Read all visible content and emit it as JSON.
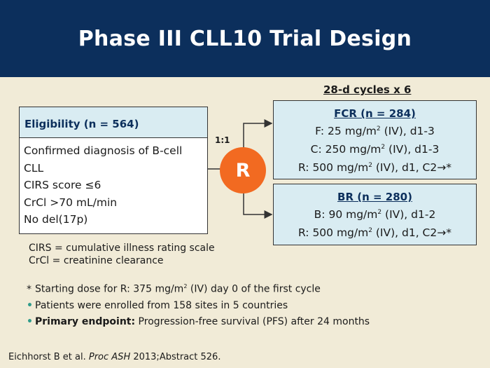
{
  "title": "Phase III CLL10 Trial Design",
  "cycles_label": "28-d cycles x 6",
  "eligibility": {
    "header": "Eligibility (n = 564)",
    "items": [
      "Confirmed diagnosis of B-cell",
      "CLL",
      "CIRS score ≤6",
      "CrCl >70 mL/min",
      "No del(17p)"
    ]
  },
  "ratio": "1:1",
  "randomization_label": "R",
  "arms": [
    {
      "header": "FCR (n = 284)",
      "lines": [
        {
          "pre": "F: 25 mg/m",
          "sup": "2",
          "post": " (IV), d1-3"
        },
        {
          "pre": "C: 250 mg/m",
          "sup": "2",
          "post": " (IV), d1-3"
        },
        {
          "pre": "R: 500 mg/m",
          "sup": "2",
          "post": " (IV), d1, C2→*"
        }
      ]
    },
    {
      "header": "BR (n = 280)",
      "lines": [
        {
          "pre": "B: 90 mg/m",
          "sup": "2",
          "post": " (IV), d1-2"
        },
        {
          "pre": "R: 500 mg/m",
          "sup": "2",
          "post": " (IV), d1, C2→*"
        }
      ]
    }
  ],
  "definitions": [
    "CIRS = cumulative illness rating scale",
    "CrCl = creatinine clearance"
  ],
  "footnote": {
    "marker": "*",
    "pre": "Starting dose for R: 375 mg/m",
    "sup": "2",
    "post": " (IV) day 0 of the first cycle"
  },
  "bullets": [
    {
      "bold": "",
      "text": "Patients were enrolled from 158 sites in 5 countries"
    },
    {
      "bold": "Primary endpoint:",
      "text": " Progression-free survival (PFS) after 24 months"
    }
  ],
  "citation": {
    "pre": "Eichhorst B et al. ",
    "journal": "Proc ASH",
    "post": " 2013;Abstract 526."
  },
  "colors": {
    "title_bar": "#0c2f5c",
    "background": "#f1ebd7",
    "box_fill": "#d9ecf2",
    "randomization_circle": "#f26a21",
    "bullet_dot": "#2f9c8b"
  }
}
